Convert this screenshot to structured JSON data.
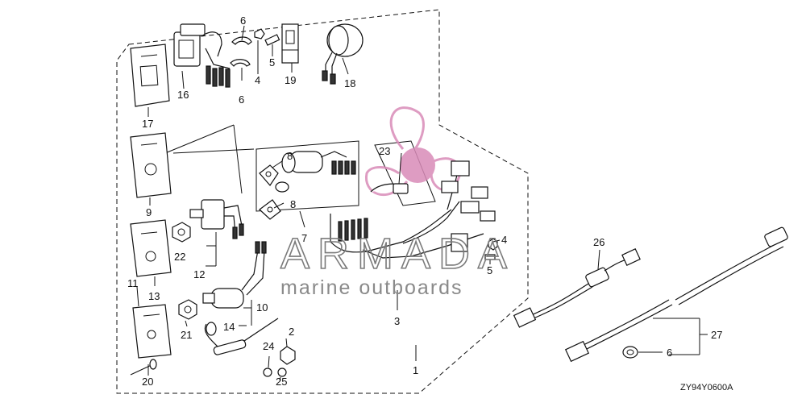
{
  "callouts": {
    "c1": "1",
    "c2": "2",
    "c3": "3",
    "c4a": "4",
    "c4b": "4",
    "c5a": "5",
    "c5b": "5",
    "c6a": "6",
    "c6b": "6",
    "c6c": "6",
    "c7": "7",
    "c8a": "8",
    "c8b": "8",
    "c9": "9",
    "c10": "10",
    "c11": "11",
    "c12": "12",
    "c13": "13",
    "c14": "14",
    "c16": "16",
    "c17": "17",
    "c18": "18",
    "c19": "19",
    "c20": "20",
    "c21": "21",
    "c22": "22",
    "c23": "23",
    "c24": "24",
    "c25": "25",
    "c26": "26",
    "c27": "27"
  },
  "diagram_code": "ZY94Y0600A",
  "watermark": {
    "brand": "ARMADA",
    "tagline": "marine outboards",
    "color": "#d98bb8"
  },
  "colors": {
    "line": "#111111",
    "watermark_text": "#7a7a7a",
    "watermark_logo": "#d98bb8"
  }
}
